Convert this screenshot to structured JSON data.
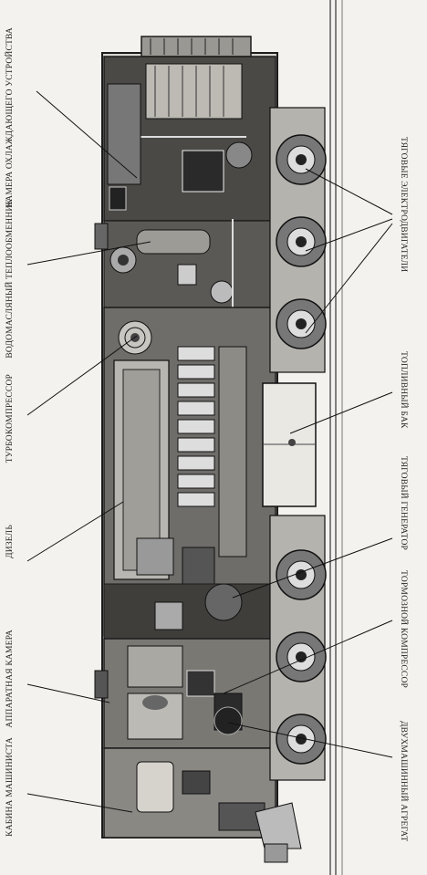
{
  "colors": {
    "paper": "#f4f2ee",
    "ink": "#1c1c1c",
    "dark_fill": "#3a3a3a",
    "mid_fill": "#7a7a7a",
    "light_fill": "#c9c7c2"
  },
  "labels": {
    "cooling_chamber": "КАМЕРА ОХЛАЖДАЮЩЕГО УСТРОЙСТВА",
    "heat_exchanger": "ВОДОМАСЛЯНЫЙ ТЕПЛООБМЕННИК",
    "turbocharger": "ТУРБОКОМПРЕССОР",
    "diesel": "ДИЗЕЛЬ",
    "apparatus_chamber": "АППАРАТНАЯ КАМЕРА",
    "driver_cab": "КАБИНА МАШИНИСТА",
    "traction_motors": "ТЯГОВЫЕ ЭЛЕКТРОДВИГАТЕЛИ",
    "fuel_tank": "ТОПЛИВНЫЙ БАК",
    "traction_generator": "ТЯГОВЫЙ ГЕНЕРАТОР",
    "brake_compressor": "ТОРМОЗНОЙ КОМПРЕССОР",
    "motor_generator_set": "ДВУХМАШИННЫЙ АГРЕГАТ"
  }
}
